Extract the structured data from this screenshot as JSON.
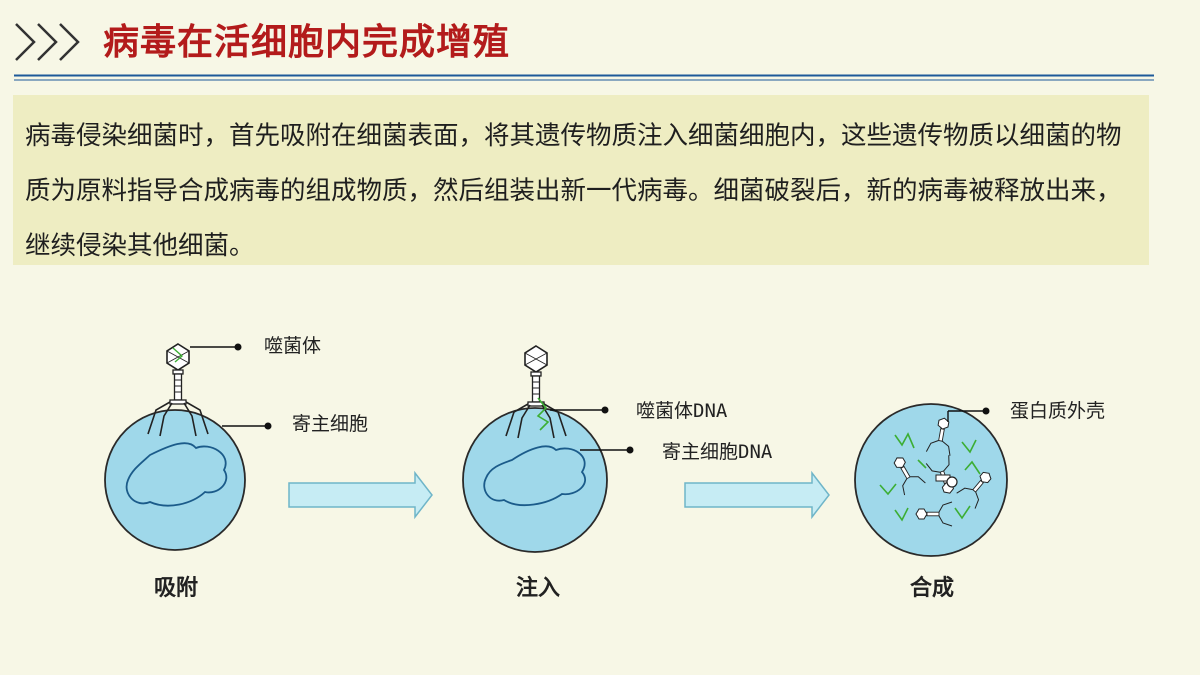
{
  "header": {
    "title": "病毒在活细胞内完成增殖",
    "chevrons_icon": "triple-chevron-right-icon"
  },
  "intro": {
    "text": "病毒侵染细菌时，首先吸附在细菌表面，将其遗传物质注入细菌细胞内，这些遗传物质以细菌的物质为原料指导合成病毒的组成物质，然后组装出新一代病毒。细菌破裂后，新的病毒被释放出来，继续侵染其他细菌。"
  },
  "diagram": {
    "stages": [
      {
        "label": "吸附",
        "annotations": [
          "噬菌体",
          "寄主细胞"
        ]
      },
      {
        "label": "注入",
        "annotations": [
          "噬菌体DNA",
          "寄主细胞DNA"
        ]
      },
      {
        "label": "合成",
        "annotations": [
          "蛋白质外壳"
        ]
      }
    ],
    "colors": {
      "title": "#b31b1b",
      "cell_fill": "#9fd8ea",
      "cell_stroke": "#2a2a2a",
      "dna_stroke": "#1b5b8a",
      "viral_dna": "#3cae34",
      "arrow_fill": "#c6ecf4",
      "arrow_stroke": "#6fb5c8",
      "rule": "#1e5a99",
      "box_fill": "#eeedc2"
    }
  }
}
